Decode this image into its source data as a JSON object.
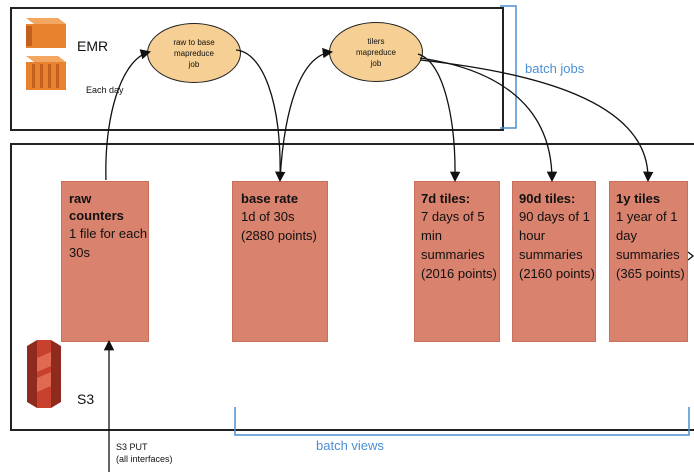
{
  "emr": {
    "label": "EMR",
    "each_day": "Each day"
  },
  "jobs": {
    "raw_to_base": "raw to base\nmapreduce\njob",
    "tilers": "tilers\nmapreduce\njob"
  },
  "batch_jobs_label": "batch jobs",
  "batch_views_label": "batch views",
  "s3": {
    "label": "S3",
    "put_line1": "S3 PUT",
    "put_line2": "(all interfaces)"
  },
  "boxes": {
    "raw": {
      "title_line1": "raw",
      "title_line2": "counters",
      "line1": "1 file for each",
      "line2": "30s"
    },
    "base": {
      "title": "base rate",
      "line1": "1d of 30s",
      "line2": "(2880 points)"
    },
    "d7": {
      "title": "7d tiles:",
      "line1": "7 days of 5",
      "line2": "min",
      "line3": "summaries",
      "line4": "(2016 points)"
    },
    "d90": {
      "title": "90d tiles:",
      "line1": "90 days of 1",
      "line2": "hour",
      "line3": "summaries",
      "line4": "(2160 points)"
    },
    "y1": {
      "title": "1y tiles",
      "line1": "1 year of 1",
      "line2": "day",
      "line3": "summaries",
      "line4": "(365 points)"
    }
  },
  "colors": {
    "box_fill": "#d9826e",
    "job_fill": "#f5cf93",
    "bracket": "#4a8fd4",
    "emr_orange": "#e8822e",
    "s3_red": "#c7412e"
  }
}
